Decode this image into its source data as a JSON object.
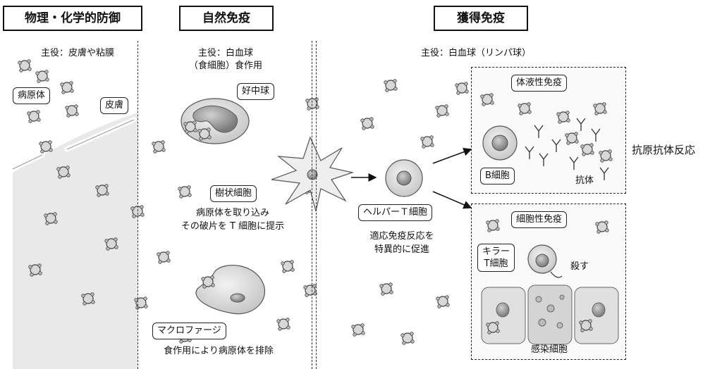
{
  "sections": {
    "physical": {
      "title": "物理・化学的防御",
      "main_role": "主役：皮膚や粘膜",
      "labels": {
        "pathogen": "病原体",
        "skin": "皮膚"
      }
    },
    "innate": {
      "title": "自然免疫",
      "main_role_line1": "主役：白血球",
      "main_role_line2": "（食細胞）食作用",
      "labels": {
        "neutrophil": "好中球",
        "dendritic": "樹状細胞",
        "macrophage": "マクロファージ"
      },
      "dendritic_desc_line1": "病原体を取り込み",
      "dendritic_desc_line2": "その破片を T 細胞に提示",
      "macrophage_desc": "食作用により病原体を排除"
    },
    "acquired": {
      "title": "獲得免疫",
      "main_role": "主役：白血球（リンパ球）",
      "labels": {
        "helper_t": "ヘルパーＴ細胞"
      },
      "helper_desc_line1": "適応免疫反応を",
      "helper_desc_line2": "特異的に促進",
      "humoral": {
        "title": "体液性免疫",
        "b_cell": "B細胞",
        "antibody": "抗体",
        "reaction": "抗原抗体反応"
      },
      "cellular": {
        "title": "細胞性免疫",
        "killer_t_line1": "キラー",
        "killer_t_line2": "T細胞",
        "kill": "殺す",
        "infected_cell": "感染細胞"
      }
    }
  }
}
